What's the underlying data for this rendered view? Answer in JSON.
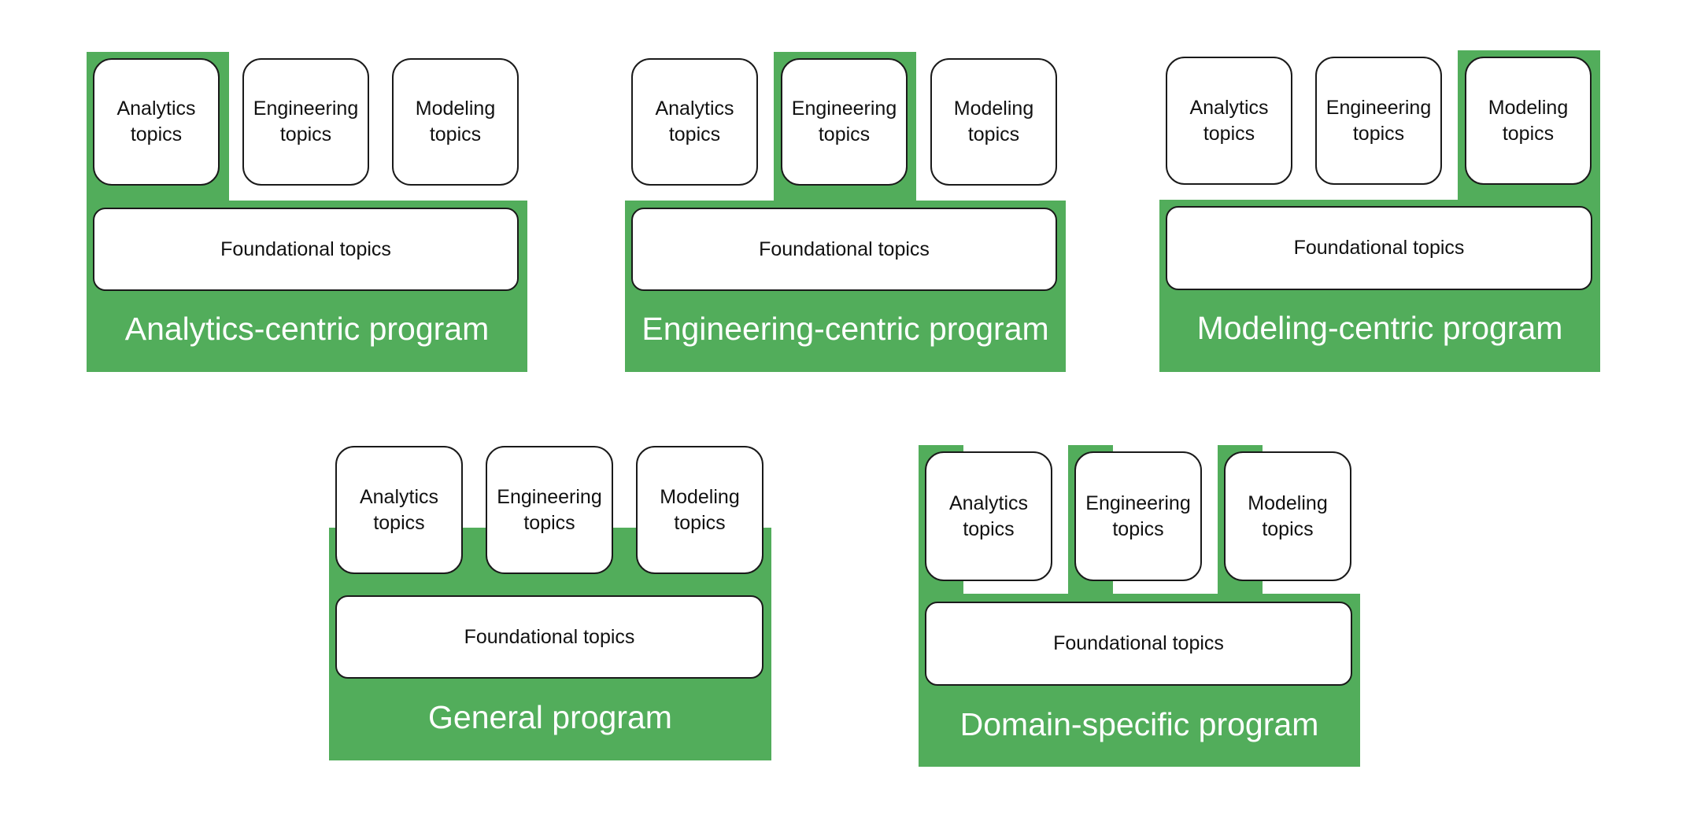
{
  "diagrams": [
    {
      "title": "Analytics-centric program",
      "topics": [
        "Analytics\ntopics",
        "Engineering\ntopics",
        "Modeling\ntopics"
      ],
      "foundational": "Foundational topics"
    },
    {
      "title": "Engineering-centric program",
      "topics": [
        "Analytics\ntopics",
        "Engineering\ntopics",
        "Modeling\ntopics"
      ],
      "foundational": "Foundational topics"
    },
    {
      "title": "Modeling-centric program",
      "topics": [
        "Analytics\ntopics",
        "Engineering\ntopics",
        "Modeling\ntopics"
      ],
      "foundational": "Foundational topics"
    },
    {
      "title": "General program",
      "topics": [
        "Analytics\ntopics",
        "Engineering\ntopics",
        "Modeling\ntopics"
      ],
      "foundational": "Foundational topics"
    },
    {
      "title": "Domain-specific program",
      "topics": [
        "Analytics\ntopics",
        "Engineering\ntopics",
        "Modeling\ntopics"
      ],
      "foundational": "Foundational topics"
    }
  ],
  "colors": {
    "program_fill": "#52ad5b",
    "box_fill": "#ffffff",
    "box_border": "#1a1a1a",
    "title_text": "#ffffff"
  }
}
